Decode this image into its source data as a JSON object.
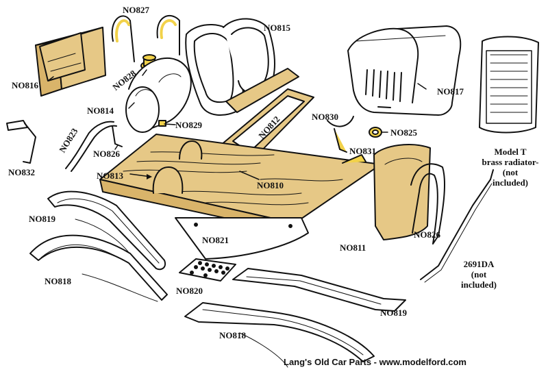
{
  "colors": {
    "wood": "#e6c886",
    "wood_dark": "#d9b46a",
    "ink": "#111111",
    "accent": "#f2d24a",
    "background": "#ffffff"
  },
  "labels": {
    "no827": "NO827",
    "no815": "NO815",
    "no816": "NO816",
    "no828": "NO828",
    "no817": "NO817",
    "no814": "NO814",
    "no812": "NO812",
    "no829": "NO829",
    "no830": "NO830",
    "no825": "NO825",
    "no823": "NO823",
    "no831": "NO831",
    "no826a": "NO826",
    "no832": "NO832",
    "no813": "NO813",
    "no810": "NO810",
    "no819a": "NO819",
    "no821": "NO821",
    "no826b": "NO826",
    "no811": "NO811",
    "no818a": "NO818",
    "no820": "NO820",
    "no819b": "NO819",
    "no818b": "NO818"
  },
  "notes": {
    "radiator": [
      "Model T",
      "brass radiator-",
      "(not",
      "included)"
    ],
    "part2691": [
      "2691DA",
      "(not",
      "included)"
    ]
  },
  "credit": "Lang's Old Car Parts - www.modelford.com"
}
